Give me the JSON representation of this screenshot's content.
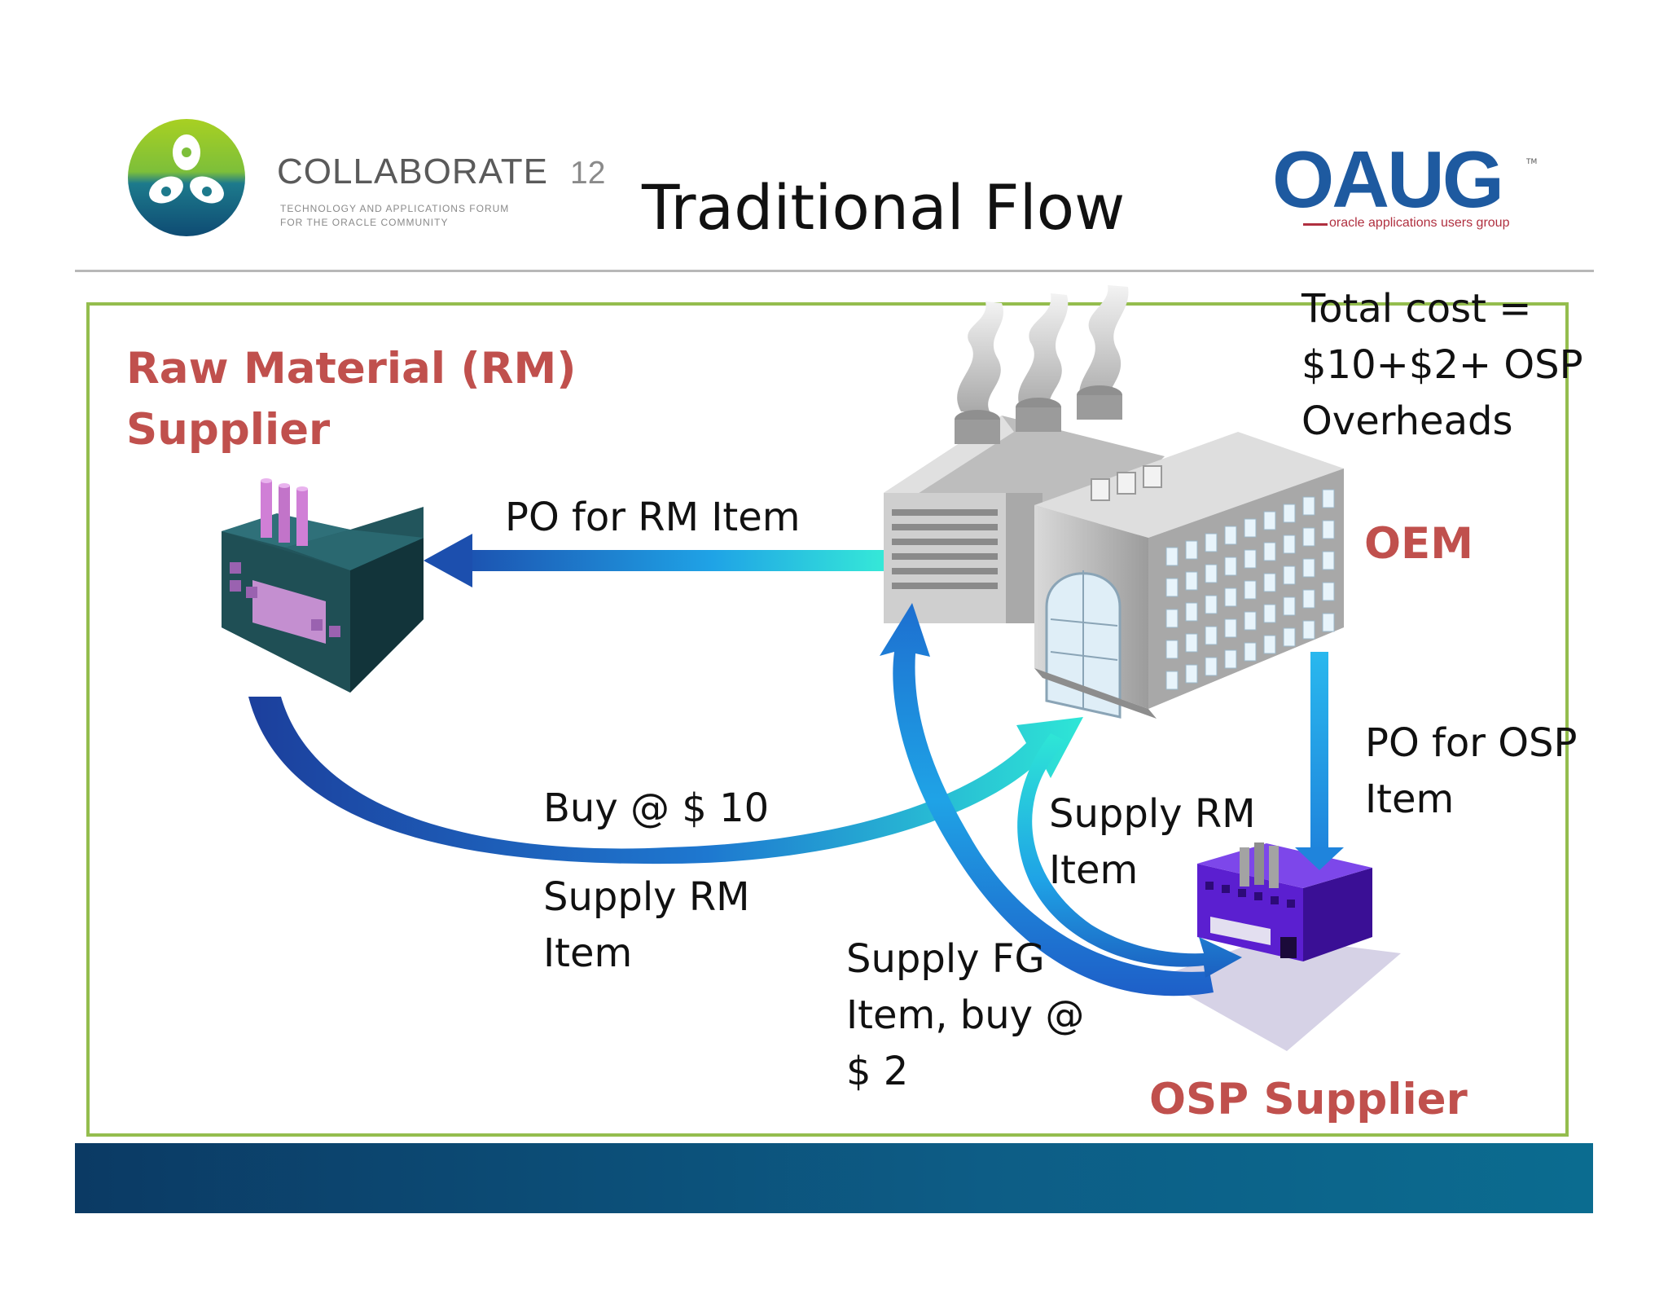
{
  "slide": {
    "title": "Traditional Flow"
  },
  "logos": {
    "collaborate": {
      "word": "COLLABORATE",
      "number": "12",
      "tagline_line1": "TECHNOLOGY AND APPLICATIONS FORUM",
      "tagline_line2": "FOR THE ORACLE COMMUNITY"
    },
    "oaug": {
      "word": "OAUG",
      "tagline": "oracle applications users group",
      "trademark": "TM"
    }
  },
  "nodes": {
    "rm_supplier": {
      "line1": "Raw Material (RM)",
      "line2": "Supplier"
    },
    "oem": {
      "label": "OEM"
    },
    "osp_supplier": {
      "label": "OSP Supplier"
    }
  },
  "annotations": {
    "total_cost": {
      "line1": "Total cost =",
      "line2": "$10+$2+ OSP",
      "line3": "Overheads"
    }
  },
  "flows": {
    "po_rm": {
      "label": "PO for RM Item"
    },
    "buy_rm": {
      "label": "Buy @ $ 10"
    },
    "supply_rm_oem": {
      "line1": "Supply RM",
      "line2": "Item"
    },
    "supply_rm_osp": {
      "line1": "Supply RM",
      "line2": "Item"
    },
    "supply_fg": {
      "line1": "Supply FG",
      "line2": "Item, buy @",
      "line3": "$ 2"
    },
    "po_osp": {
      "line1": "PO for OSP",
      "line2": "Item"
    }
  },
  "colors": {
    "frame_border": "#94bd4e",
    "node_label": "#c0504d",
    "arrow_light": "#2ee6d6",
    "arrow_mid": "#1e9ee6",
    "arrow_dark": "#1c3f9c",
    "bottom_bar_start": "#0b3a64",
    "bottom_bar_end": "#0b6c90"
  },
  "icons": {
    "collaborate_logo": "trefoil-logo-icon",
    "rm_factory": "teal-factory-icon",
    "oem_building": "grey-factory-building-icon",
    "osp_factory": "purple-factory-icon"
  }
}
